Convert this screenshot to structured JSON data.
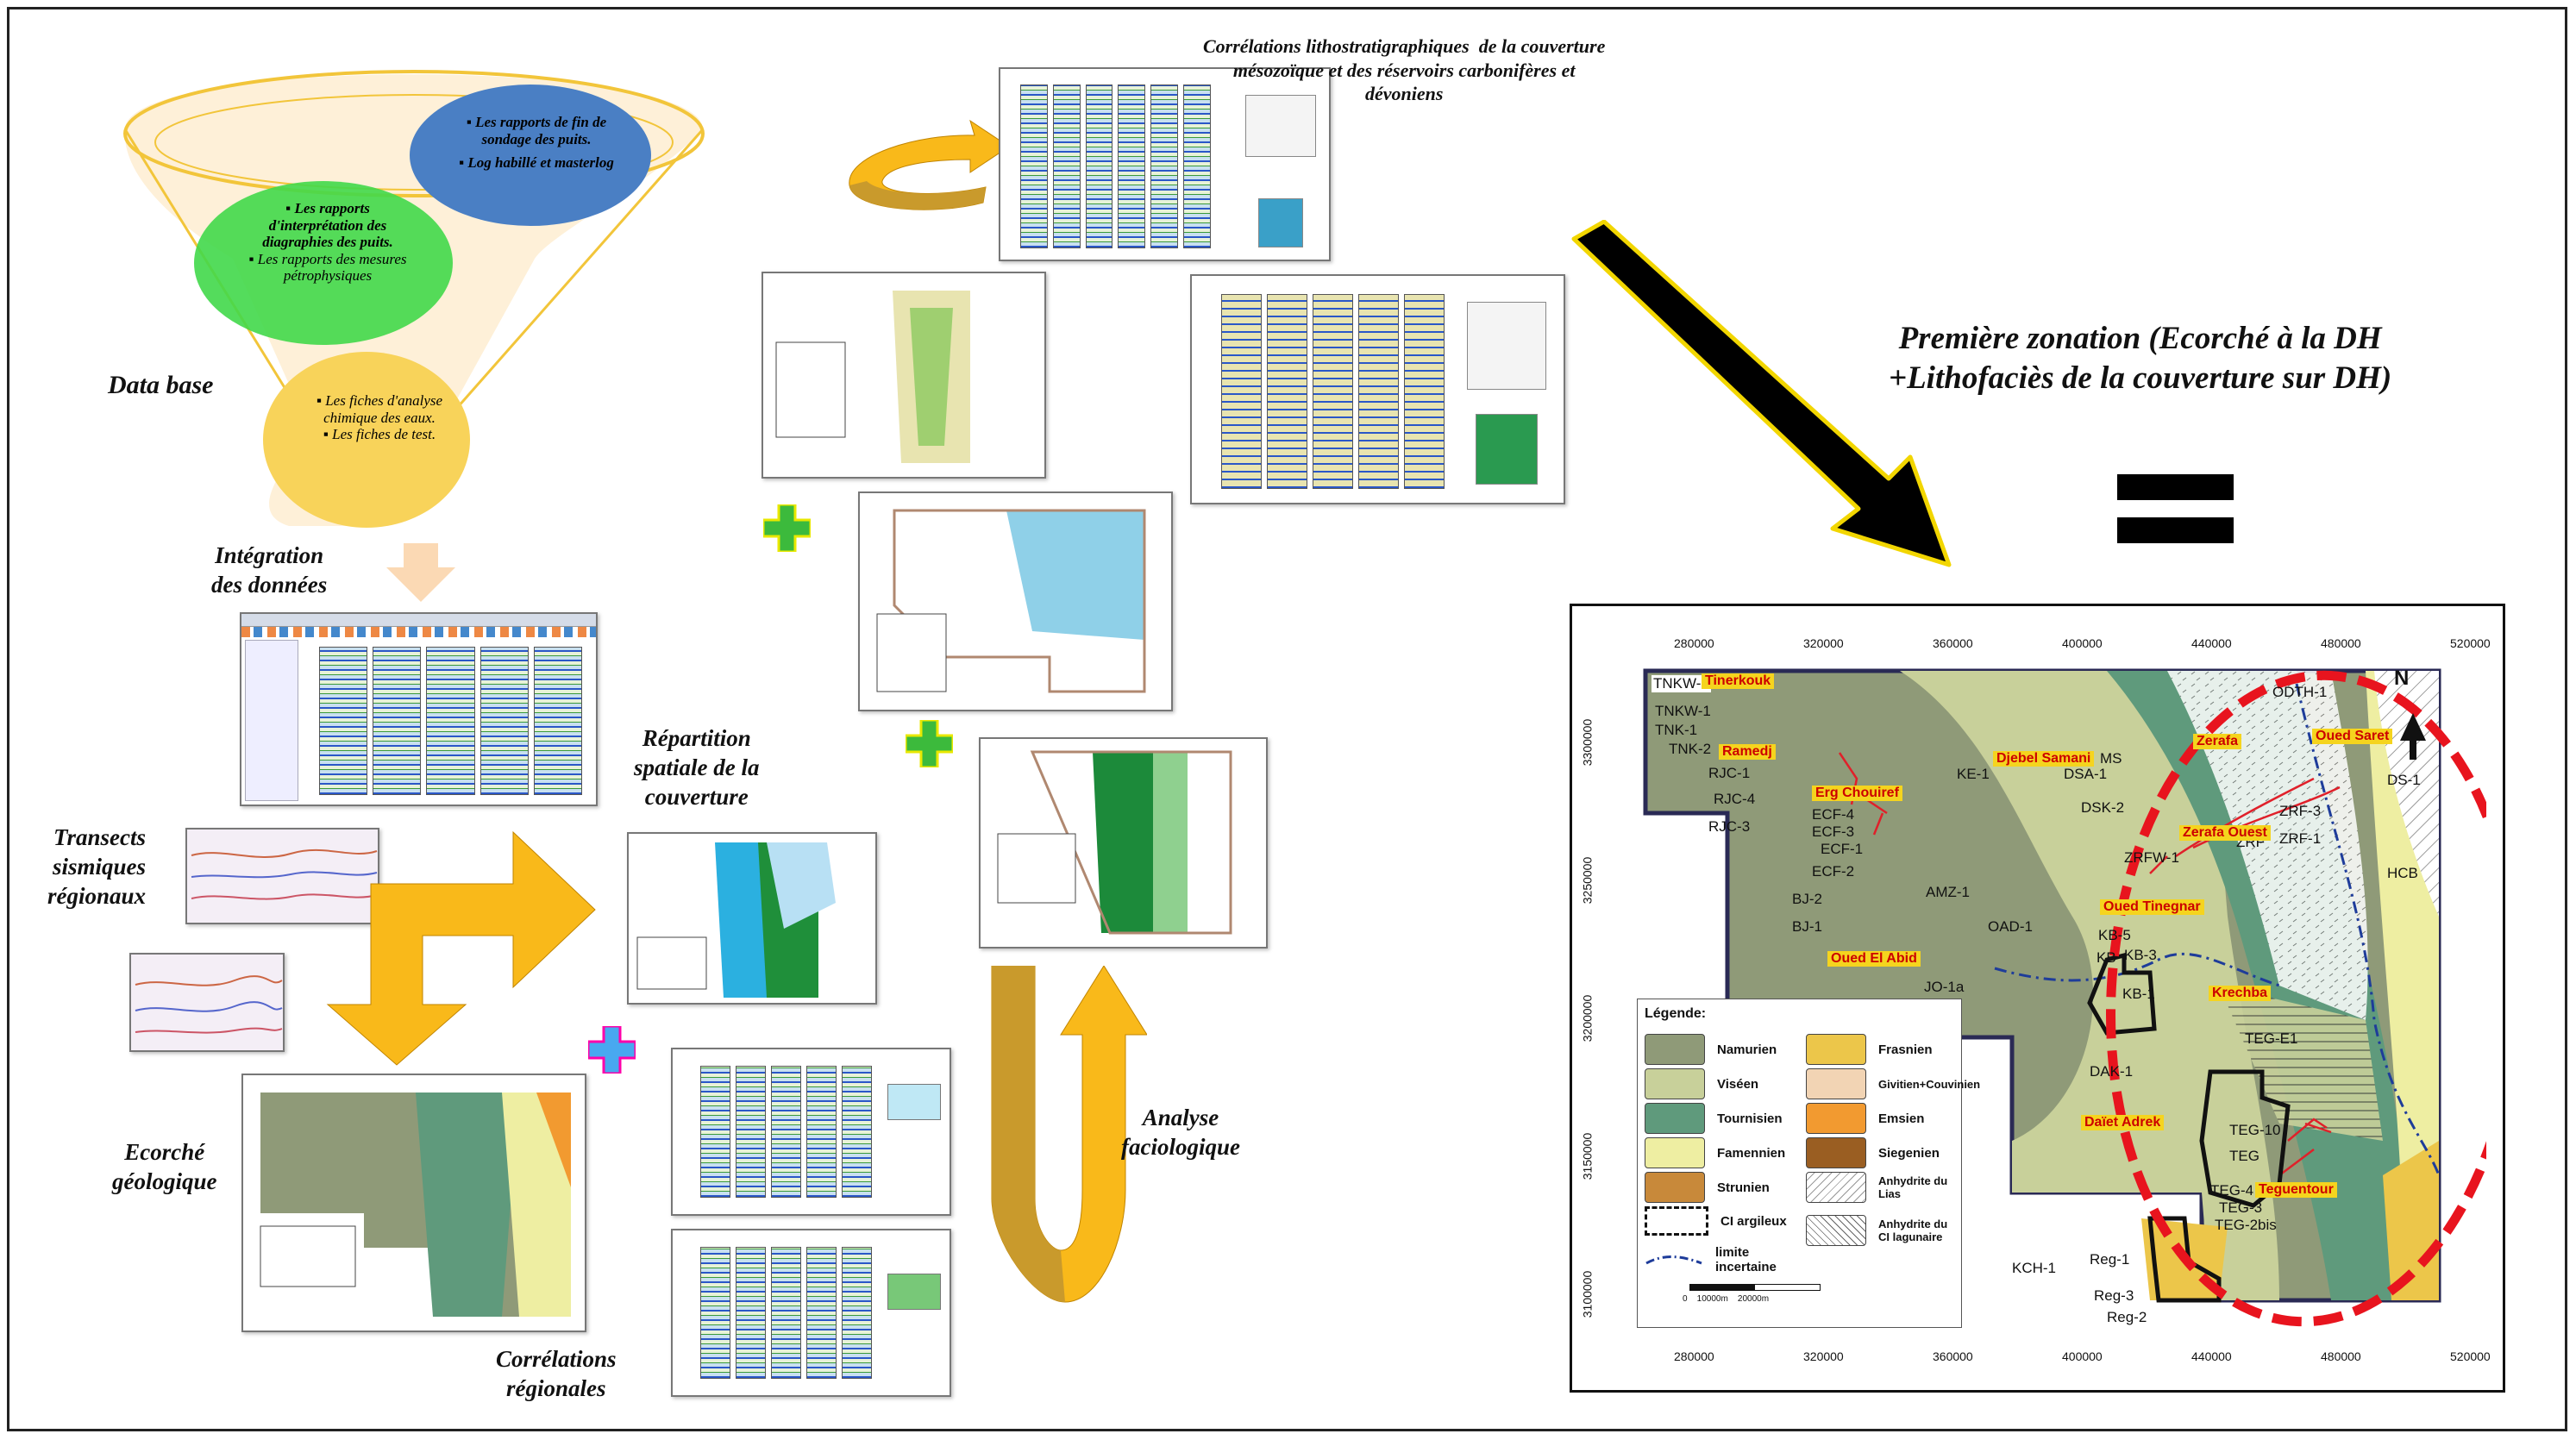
{
  "labels": {
    "data_base": "Data base",
    "integration": "Intégration\ndes données",
    "transects": "Transects\nsismiques\nrégionaux",
    "ecorche": "Ecorché\ngéologique",
    "repartition": "Répartition\nspatiale de la\ncouverture",
    "correlations_regionales": "Corrélations\nrégionales",
    "analyse_faciologique": "Analyse\nfaciologique",
    "correlations_litho": "Corrélations lithostratigraphiques  de la couverture\nmésozoïque et des réservoirs carbonifères et\ndévoniens",
    "premiere_zonation": "Première zonation (Ecorché à la DH\n+Lithofaciès de la couverture sur DH)"
  },
  "funnel": {
    "blue": [
      "Les rapports de fin de sondage des puits.",
      "Log habillé et masterlog"
    ],
    "green": [
      "Les rapports d'interprétation des diagraphies des puits.",
      "Les rapports des mesures pétrophysiques"
    ],
    "yellow": [
      "Les fiches d'analyse chimique des eaux.",
      "Les fiches de test."
    ]
  },
  "map": {
    "north": "N",
    "x_ticks": [
      "280000",
      "320000",
      "360000",
      "400000",
      "440000",
      "480000",
      "520000"
    ],
    "y_ticks": [
      "3300000",
      "3250000",
      "3200000",
      "3150000",
      "3100000"
    ],
    "legend_title": "Légende:",
    "legend": [
      {
        "label": "Namurien",
        "color": "#8f9a78"
      },
      {
        "label": "Viséen",
        "color": "#c8d09a"
      },
      {
        "label": "Tournisien",
        "color": "#5f9a7c"
      },
      {
        "label": "Famennien",
        "color": "#eeeea2"
      },
      {
        "label": "Strunien",
        "color": "#c8893a"
      },
      {
        "label": "CI argileux",
        "color": "#ffffff"
      },
      {
        "label": "limite incertaine",
        "color": "#1e3c9a"
      },
      {
        "label": "Frasnien",
        "color": "#ecc64a"
      },
      {
        "label": "Givitien+Couvinien",
        "color": "#f2d4b4"
      },
      {
        "label": "Emsien",
        "color": "#f29a30"
      },
      {
        "label": "Siegenien",
        "color": "#9a5e22"
      },
      {
        "label": "Anhydrite du Lias",
        "color": "#ffffff"
      },
      {
        "label": "Anhydrite du CI lagunaire",
        "color": "#ffffff"
      }
    ],
    "scale": "0    10000m    20000m",
    "wells": [
      "TNKW-2",
      "TNKW-1",
      "TNK-1",
      "TNK-2",
      "RJC-1",
      "RJC-4",
      "RJC-3",
      "ECF-4",
      "ECF-3",
      "ECF-1",
      "ECF-2",
      "BJ-2",
      "BJ-1",
      "AMZ-1",
      "OAD-1",
      "JO-1a",
      "KE-1",
      "DSA-1",
      "DSK-2",
      "MS",
      "ODTH-1",
      "ZRF-3",
      "ZRF-1",
      "ZRF",
      "ZRFW-1",
      "HCB",
      "DS-1",
      "KB-5",
      "KB-3",
      "KB-1",
      "KB",
      "TEG-E1",
      "DAK-1",
      "TEG-10",
      "TEG",
      "TEG-4",
      "TEG-3",
      "TEG-2bis",
      "KCH-1",
      "Reg-1",
      "Reg-2",
      "Reg-3"
    ],
    "zones": [
      "Tinerkouk",
      "Ramedj",
      "Erg Chouiref",
      "Djebel Samani",
      "Zerafa",
      "Oued Saret",
      "Zerafa Ouest",
      "Oued Tinegnar",
      "Oued El Abid",
      "Krechba",
      "Daïet Adrek",
      "Teguentour"
    ]
  }
}
